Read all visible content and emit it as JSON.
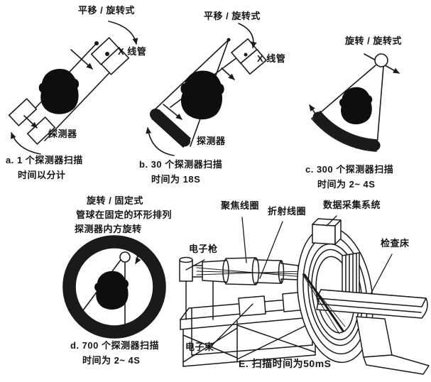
{
  "colors": {
    "ink": "#1a1a1a",
    "paper": "#ffffff"
  },
  "panels": {
    "a": {
      "title": "平移 / 旋转式",
      "tube_label": "X 线管",
      "detector_label": "探测器",
      "caption_line1": "a. 1 个探测器扫描",
      "caption_line2": "时间以分计"
    },
    "b": {
      "title": "平移 / 旋转式",
      "tube_label": "X 线管",
      "detector_label": "探测器",
      "caption_line1": "b. 30 个探测器扫描",
      "caption_line2": "时间为 18S"
    },
    "c": {
      "title": "旋转 / 旋转式",
      "caption_line1": "c. 300 个探测器扫描",
      "caption_line2": "时间为 2~ 4S"
    },
    "d": {
      "title": "旋转 / 固定式",
      "subtitle_line1": "管球在固定的环形排列",
      "subtitle_line2": "探测器内方旋转",
      "caption_line1": "d. 700 个探测器扫描",
      "caption_line2": "时间为 2~ 4S"
    },
    "e": {
      "electron_gun_label": "电子枪",
      "focus_coil_label": "聚焦线圈",
      "deflection_coil_label": "折射线圈",
      "daq_label": "数据采集系统",
      "couch_label": "检查床",
      "electron_beam_label": "电子束",
      "caption": "E. 扫描时间为50mS"
    }
  }
}
